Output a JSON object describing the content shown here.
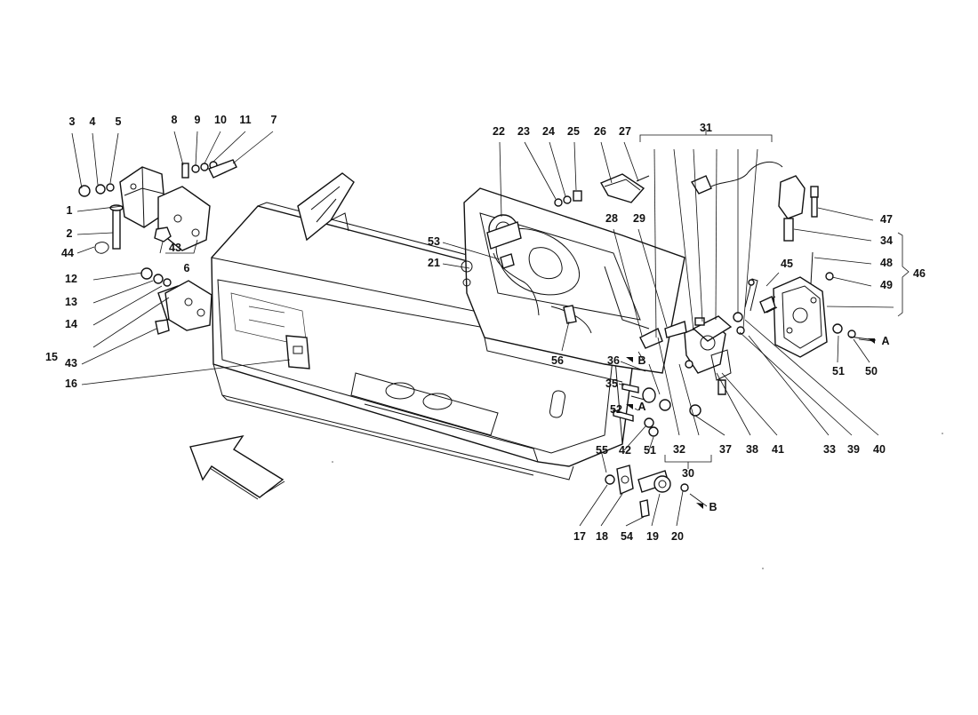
{
  "diagram": {
    "callouts": [
      "1",
      "2",
      "3",
      "4",
      "5",
      "6",
      "7",
      "8",
      "9",
      "10",
      "11",
      "12",
      "13",
      "14",
      "15",
      "16",
      "17",
      "18",
      "19",
      "20",
      "21",
      "22",
      "23",
      "24",
      "25",
      "26",
      "27",
      "28",
      "29",
      "30",
      "31",
      "32",
      "33",
      "34",
      "35",
      "36",
      "37",
      "38",
      "39",
      "40",
      "41",
      "42",
      "43",
      "44",
      "45",
      "46",
      "47",
      "48",
      "49",
      "50",
      "51",
      "52",
      "53",
      "54",
      "55",
      "56"
    ],
    "letters": {
      "a": "A",
      "b": "B"
    }
  }
}
